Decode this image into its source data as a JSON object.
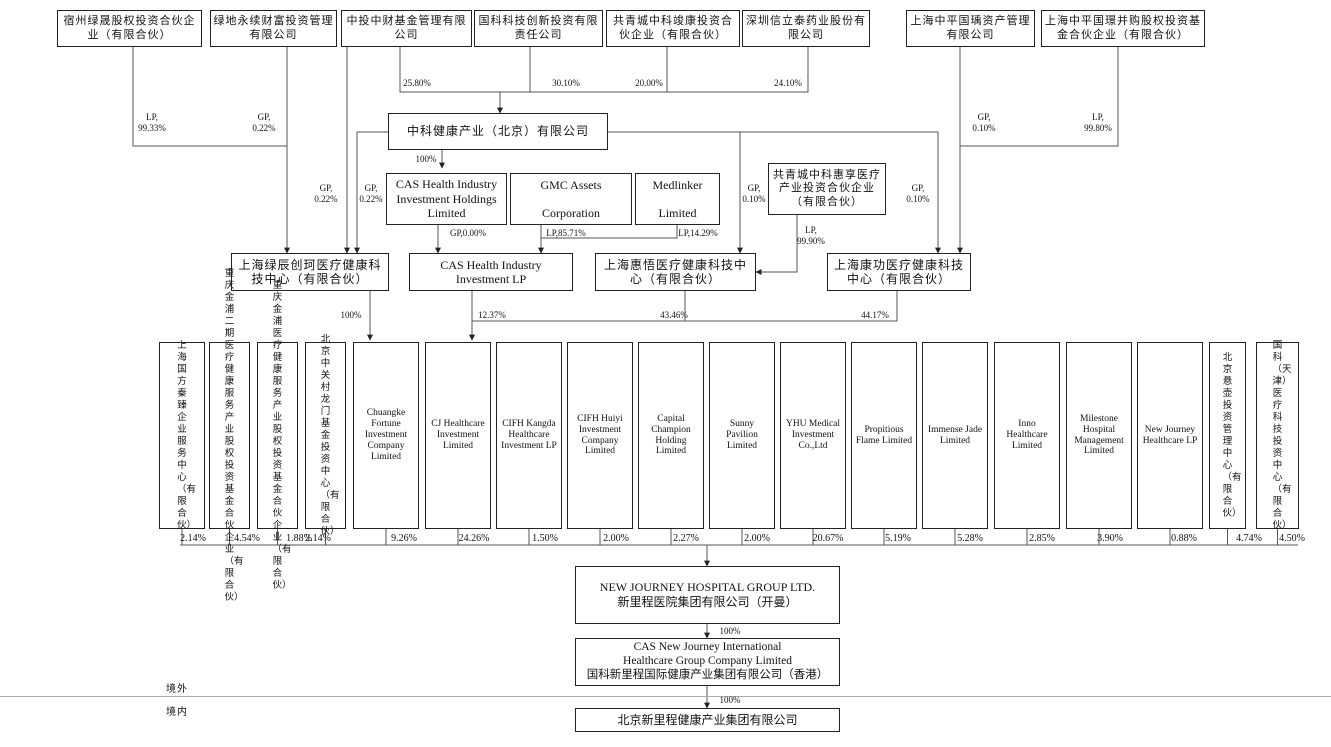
{
  "top_entities": [
    {
      "id": "suzhou-lvchen",
      "text": "宿州绿晟股权投资合伙企业（有限合伙）"
    },
    {
      "id": "lvdi-yongxu",
      "text": "绿地永续财富投资管理有限公司"
    },
    {
      "id": "zhongtou-zhongcai",
      "text": "中投中财基金管理有限公司"
    },
    {
      "id": "guoke-keji",
      "text": "国科科技创新投资有限责任公司"
    },
    {
      "id": "gongqingcheng-zhongke-junkang",
      "text": "共青城中科竣康投资合伙企业（有限合伙）"
    },
    {
      "id": "shenzhen-xinli-tai",
      "text": "深圳信立泰药业股份有限公司"
    },
    {
      "id": "shanghai-zhongping-guoying",
      "text": "上海中平国瑀资产管理有限公司"
    },
    {
      "id": "shanghai-zhongping-guohuan",
      "text": "上海中平国璟并购股权投资基金合伙企业（有限合伙）"
    }
  ],
  "zhongke_health": {
    "text": "中科健康产业（北京）有限公司"
  },
  "mid_entities": {
    "cas_health_holdings": "CAS Health Industry Investment Holdings Limited",
    "gmc_assets": "GMC Assets Corporation",
    "medlinker": "Medlinker Limited",
    "gongqingcheng_huixiang": "共青城中科惠享医疗产业投资合伙企业（有限合伙）",
    "shanghai_lvchen_chuangke": "上海绿辰创珂医疗健康科技中心（有限合伙）",
    "cas_health_lp": "CAS Health Industry Investment LP",
    "shanghai_huiwu": "上海惠悟医疗健康科技中心（有限合伙）",
    "shanghai_kanggong": "上海康功医疗健康科技中心（有限合伙）"
  },
  "edge_labels": {
    "lp_99_33": "LP,\n99.33%",
    "gp_0_22_a": "GP,\n0.22%",
    "pct_25_80": "25.80%",
    "pct_30_10": "30.10%",
    "pct_20_00": "20.00%",
    "pct_24_10": "24.10%",
    "gp_0_10_a": "GP,\n0.10%",
    "lp_99_80": "LP,\n99.80%",
    "pct_100_a": "100%",
    "gp_0_22_b": "GP,\n0.22%",
    "gp_0_22_c": "GP,\n0.22%",
    "gp_0_10_b": "GP,\n0.10%",
    "gp_0_10_c": "GP,\n0.10%",
    "gp_0_00": "GP,0.00%",
    "lp_85_71": "LP,85.71%",
    "lp_14_29": "LP,14.29%",
    "lp_99_90": "LP,\n99.90%",
    "pct_100_b": "100%",
    "pct_12_37": "12.37%",
    "pct_43_46": "43.46%",
    "pct_44_17": "44.17%"
  },
  "shareholders": [
    {
      "name": "上海国方秦臻企业服务中心（有限合伙）",
      "vertical": true,
      "pct": "2.14%"
    },
    {
      "name": "重庆金浦二期医疗健康服务产业股权投资基金合伙企业（有限合伙）",
      "vertical": true,
      "pct": "4.54%"
    },
    {
      "name": "重庆金浦医疗健康服务产业股权投资基金合伙企业（有限合伙）",
      "vertical": true,
      "pct": "1.88%"
    },
    {
      "name": "北京中关村龙门基金投资中心（有限合伙）",
      "vertical": true,
      "pct": "2.14%"
    },
    {
      "name": "Chuangke Fortune Investment Company Limited",
      "vertical": false,
      "pct": "9.26%"
    },
    {
      "name": "CJ Healthcare Investment Limited",
      "vertical": false,
      "pct": "24.26%"
    },
    {
      "name": "CIFH Kangda Healthcare Investment LP",
      "vertical": false,
      "pct": "1.50%"
    },
    {
      "name": "CIFH Huiyi Investment Company Limited",
      "vertical": false,
      "pct": "2.00%"
    },
    {
      "name": "Capital Champion Holding Limited",
      "vertical": false,
      "pct": "2.27%"
    },
    {
      "name": "Sunny Pavilion Limited",
      "vertical": false,
      "pct": "2.00%"
    },
    {
      "name": "YHU Medical Investment Co.,Ltd",
      "vertical": false,
      "pct": "20.67%"
    },
    {
      "name": "Propitious Flame Limited",
      "vertical": false,
      "pct": "5.19%"
    },
    {
      "name": "Immense Jade Limited",
      "vertical": false,
      "pct": "5.28%"
    },
    {
      "name": "Inno Healthcare Limited",
      "vertical": false,
      "pct": "2.85%"
    },
    {
      "name": "Milestone Hospital Management Limited",
      "vertical": false,
      "pct": "3.90%"
    },
    {
      "name": "New Journey Healthcare LP",
      "vertical": false,
      "pct": "0.88%"
    },
    {
      "name": "北京悬壶投资管理中心（有限合伙）",
      "vertical": true,
      "pct": "4.74%"
    },
    {
      "name": "国科（天津）医疗科技投资中心（有限合伙）",
      "vertical": true,
      "pct": "4.50%"
    }
  ],
  "bottom": {
    "nj_group": "NEW JOURNEY HOSPITAL  GROUP LTD.\n新里程医院集团有限公司（开曼）",
    "pct_100_1": "100%",
    "cas_nj_intl": "CAS New Journey International\nHealthcare Group Company Limited\n国科新里程国际健康产业集团有限公司（香港）",
    "pct_100_2": "100%",
    "beijing_nj": "北京新里程健康产业集团有限公司"
  },
  "regions": {
    "offshore": "境外",
    "onshore": "境内"
  }
}
